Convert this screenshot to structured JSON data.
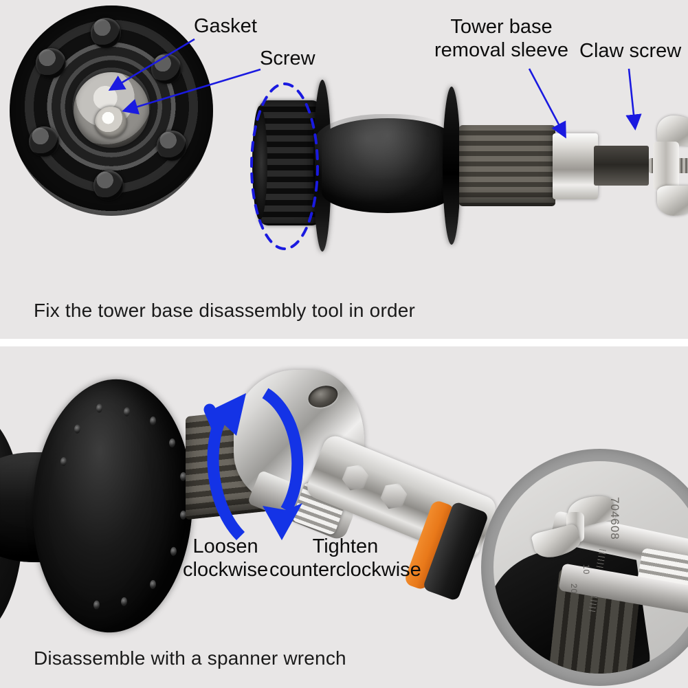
{
  "page": {
    "background_color": "#ffffff",
    "panel_background": "#e8e6e6",
    "annotation_blue": "#1a1ae0",
    "arrow_blue": "#1433e6",
    "accent_orange": "#ee7f1d"
  },
  "panels": [
    {
      "id": "top",
      "caption": "Fix the tower base disassembly tool in order",
      "callouts": [
        {
          "name": "gasket",
          "label": "Gasket"
        },
        {
          "name": "screw",
          "label": "Screw"
        },
        {
          "name": "tower-base",
          "label_line1": "Tower base",
          "label_line2": "removal sleeve"
        },
        {
          "name": "claw-screw",
          "label": "Claw screw"
        }
      ],
      "highlight": {
        "shape": "dashed-ellipse",
        "color": "#1a1ae0"
      }
    },
    {
      "id": "bottom",
      "caption": "Disassemble with a spanner wrench",
      "rotation_labels": [
        {
          "name": "loosen",
          "line1": "Loosen",
          "line2": "clockwise"
        },
        {
          "name": "tighten",
          "line1": "Tighten",
          "line2": "counterclockwise"
        }
      ],
      "arrows": [
        {
          "name": "loosen-arrow",
          "direction": "up",
          "color": "#1433e6"
        },
        {
          "name": "tighten-arrow",
          "direction": "down",
          "color": "#1433e6"
        }
      ],
      "inset": {
        "name": "wrench-detail-inset",
        "model_number": "704608",
        "scale_marks": [
          "10",
          "20"
        ]
      }
    }
  ]
}
